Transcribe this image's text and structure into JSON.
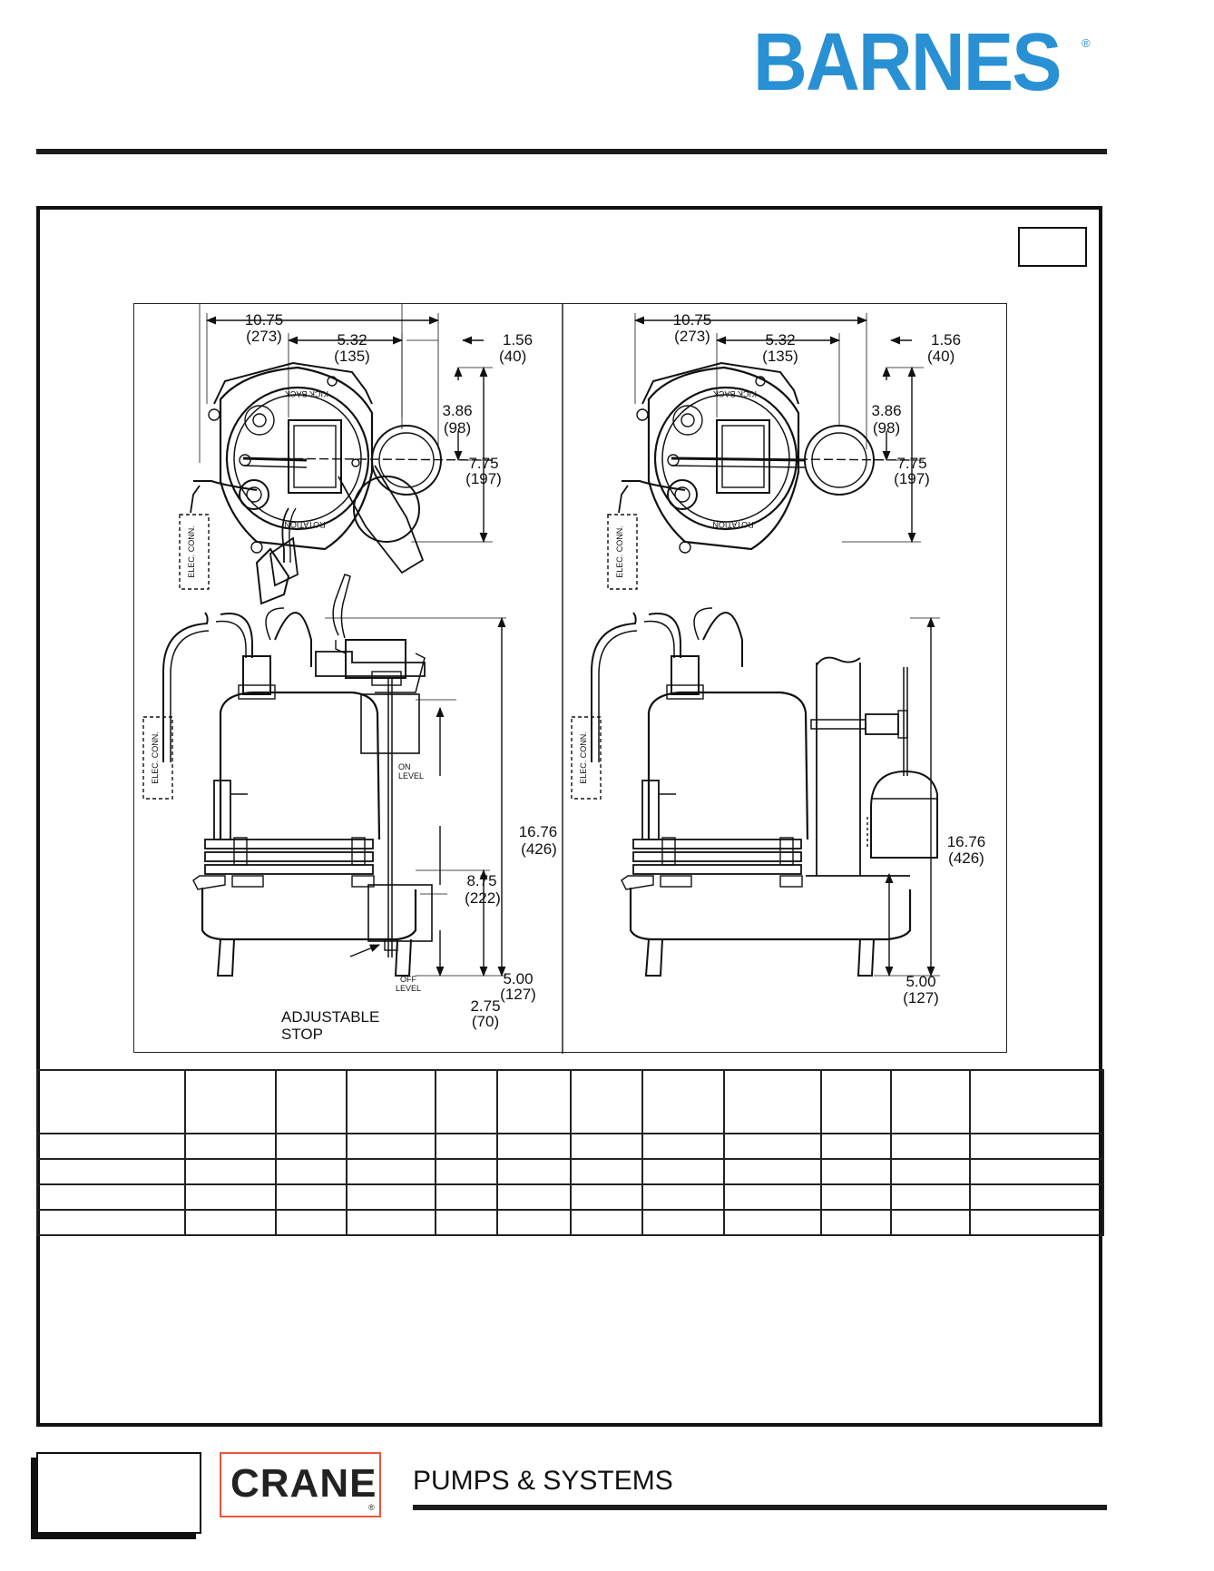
{
  "brand": {
    "name": "BARNES",
    "reg": "®"
  },
  "footer": {
    "logo": {
      "name": "CRANE",
      "reg": "®"
    },
    "tagline": "PUMPS & SYSTEMS"
  },
  "drawing": {
    "left_panel": {
      "dims": {
        "width_in": "10.75",
        "width_mm": "(273)",
        "center_in": "5.32",
        "center_mm": "(135)",
        "offset_in": "1.56",
        "offset_mm": "(40)",
        "discharge_in": "3.86",
        "discharge_mm": "(98)",
        "depth_in": "7.75",
        "depth_mm": "(197)",
        "height_in": "16.76",
        "height_mm": "(426)",
        "range_in": "8.75",
        "range_mm": "(222)",
        "inlet_in": "5.00",
        "inlet_mm": "(127)",
        "stop_in": "2.75",
        "stop_mm": "(70)"
      },
      "labels": {
        "kick_back": "KICK BACK",
        "rotation": "ROTATION",
        "elec_conn": "ELEC. CONN.",
        "on_level_1": "ON",
        "on_level_2": "LEVEL",
        "off_level_1": "OFF",
        "off_level_2": "LEVEL",
        "adjustable_1": "ADJUSTABLE",
        "adjustable_2": "STOP"
      }
    },
    "right_panel": {
      "dims": {
        "width_in": "10.75",
        "width_mm": "(273)",
        "center_in": "5.32",
        "center_mm": "(135)",
        "offset_in": "1.56",
        "offset_mm": "(40)",
        "discharge_in": "3.86",
        "discharge_mm": "(98)",
        "depth_in": "7.75",
        "depth_mm": "(197)",
        "height_in": "16.76",
        "height_mm": "(426)",
        "inlet_in": "5.00",
        "inlet_mm": "(127)"
      },
      "labels": {
        "kick_back": "KICK BACK",
        "rotation": "ROTATION",
        "elec_conn": "ELEC. CONN."
      }
    }
  }
}
